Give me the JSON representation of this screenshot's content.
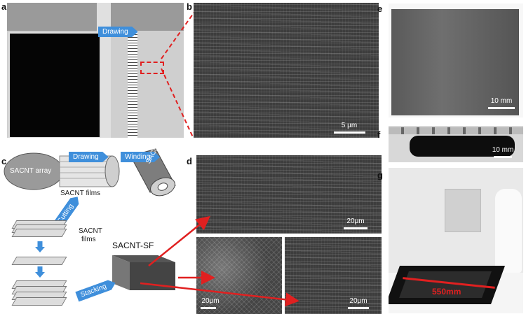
{
  "panel_labels": {
    "a": "a",
    "b": "b",
    "c": "c",
    "d": "d",
    "e": "e",
    "f": "f",
    "g": "g"
  },
  "panel_a": {
    "arrow_label": "Drawing"
  },
  "panel_b": {
    "scale": "5 µm"
  },
  "panel_c": {
    "array_label": "SACNT array",
    "drawing_label": "Drawing",
    "winding_label": "Winding",
    "films_label": "SACNT films",
    "cutting_label": "Cutting",
    "films_label2": "SACNT",
    "films_label2b": "films",
    "sf_roll_label": "SACNT-SF",
    "sf_label": "SACNT-SF",
    "stacking_label": "Stacking"
  },
  "panel_d": {
    "scale_top": "20μm",
    "scale_left": "20μm",
    "scale_right": "20μm"
  },
  "panel_e": {
    "scale": "10 mm"
  },
  "panel_f": {
    "scale": "10 mm"
  },
  "panel_g": {
    "dimension": "550mm"
  },
  "colors": {
    "accent_red": "#e02020",
    "arrow_blue": "#3f8fdb"
  }
}
